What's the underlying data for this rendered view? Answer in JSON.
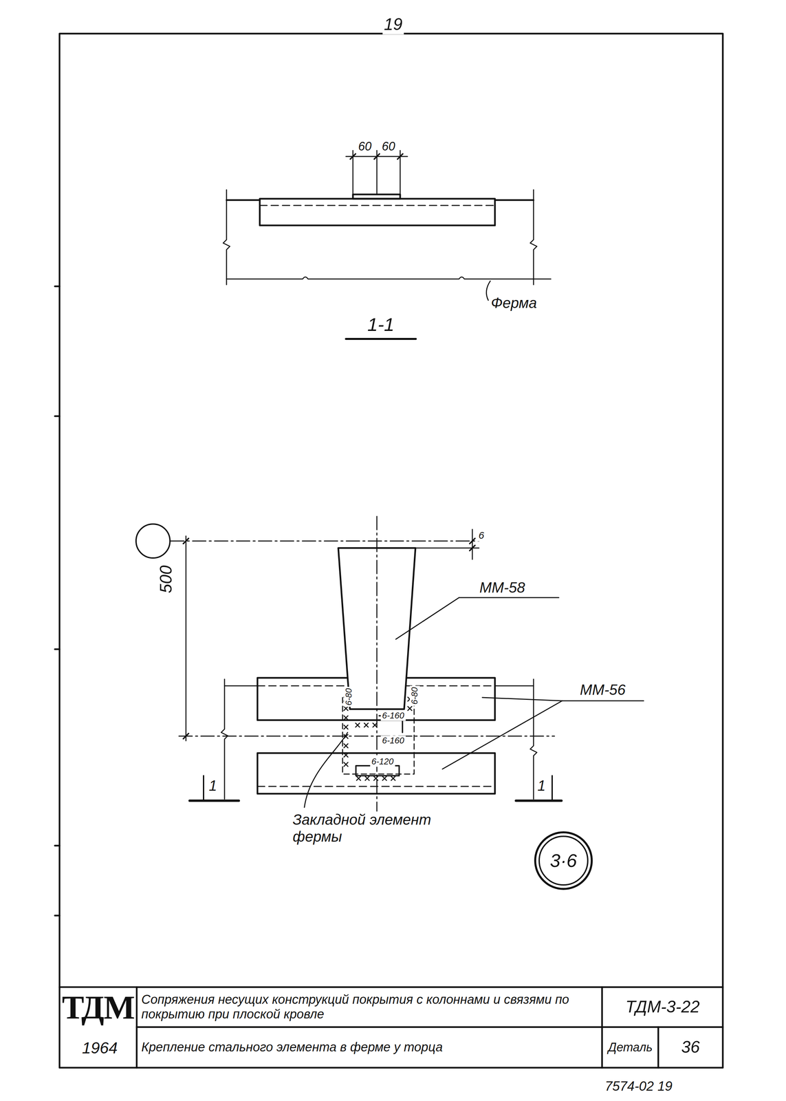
{
  "diagram": {
    "nodes": [
      {
        "text": [
          "3·6"
        ]
      }
    ],
    "labels": [
      "19",
      "60",
      "60",
      "Ферма",
      "1-1",
      "6",
      "ММ-58",
      "500",
      "ММ-56",
      "6-80",
      "6-80",
      "6-160",
      "6-160",
      "6-120",
      "1",
      "1",
      "Закладной элемент фермы",
      "ТДМ",
      "1964",
      "Сопряжения несущих конструкций покрытия с колоннами и связями по покрытию при плоской кровле",
      "ТДМ-3-22",
      "Крепление стального элемента в ферме у торца",
      "Деталь",
      "36",
      "7574-02 19"
    ]
  }
}
